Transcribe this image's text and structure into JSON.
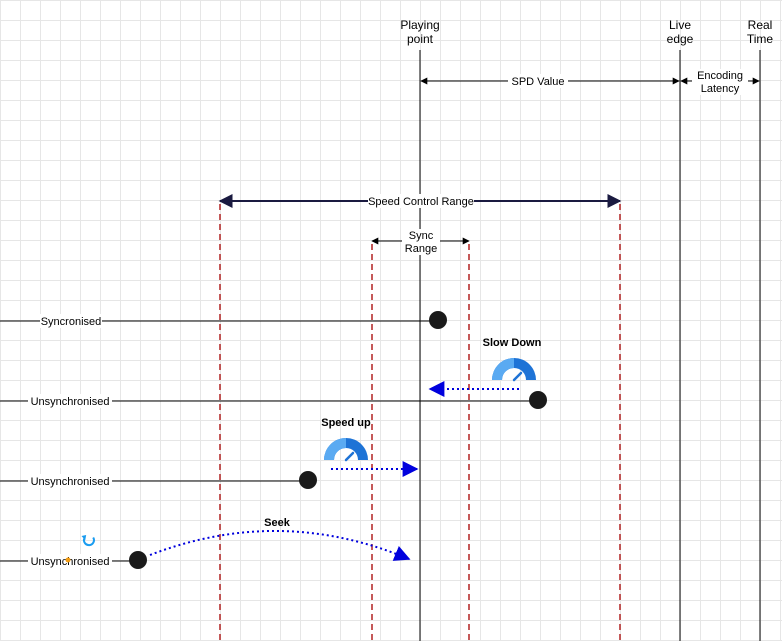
{
  "headers": {
    "playing_point": [
      "Playing",
      "point"
    ],
    "live_edge": [
      "Live",
      "edge"
    ],
    "real_time": [
      "Real",
      "Time"
    ]
  },
  "ranges": {
    "spd_value": "SPD Value",
    "encoding_latency": [
      "Encoding",
      "Latency"
    ],
    "speed_control_range": "Speed Control Range",
    "sync_range": [
      "Sync",
      "Range"
    ]
  },
  "rows": [
    {
      "label": "Syncronised"
    },
    {
      "label": "Unsynchronised",
      "action": "Slow Down"
    },
    {
      "label": "Unsynchronised",
      "action": "Speed up"
    },
    {
      "label": "Unsynchronised",
      "action": "Seek"
    }
  ],
  "colors": {
    "timeline": "#000000",
    "range_dashed": "#b22222",
    "action_arrow": "#0000dd",
    "speed_control_arrow": "#1a1a40",
    "gauge_dark": "#1e73d6",
    "gauge_light": "#5aaaf2",
    "dot": "#1a1a1a"
  },
  "icons": [
    "speedometer-icon",
    "refresh-icon"
  ]
}
